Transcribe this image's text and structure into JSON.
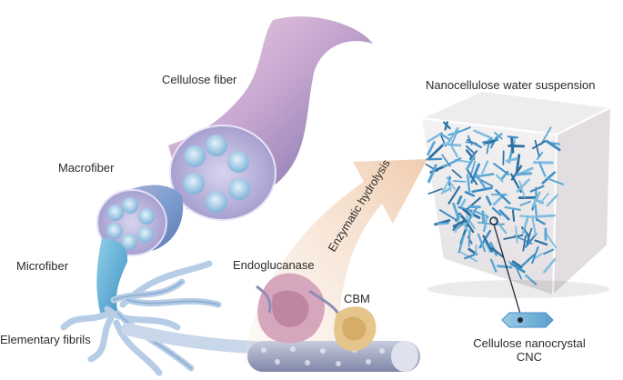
{
  "labels": {
    "cellulose_fiber": "Cellulose fiber",
    "macrofiber": "Macrofiber",
    "microfiber": "Microfiber",
    "elementary_fibrils": "Elementary fibrils",
    "endoglucanase": "Endoglucanase",
    "cbm": "CBM",
    "enzymatic_hydrolysis": "Enzymatic hydrolysis",
    "suspension_title": "Nanocellulose water suspension",
    "cnc_line1": "Cellulose nanocrystal",
    "cnc_line2": "CNC"
  },
  "colors": {
    "fiber_pink": "#e9c7dc",
    "fiber_purple": "#7a6aa8",
    "fiber_blue": "#5fa6cf",
    "arrow_peach": "#f4d9c3",
    "nanofiber_blue": "#3f8fc4",
    "text": "#2b2b2b"
  }
}
